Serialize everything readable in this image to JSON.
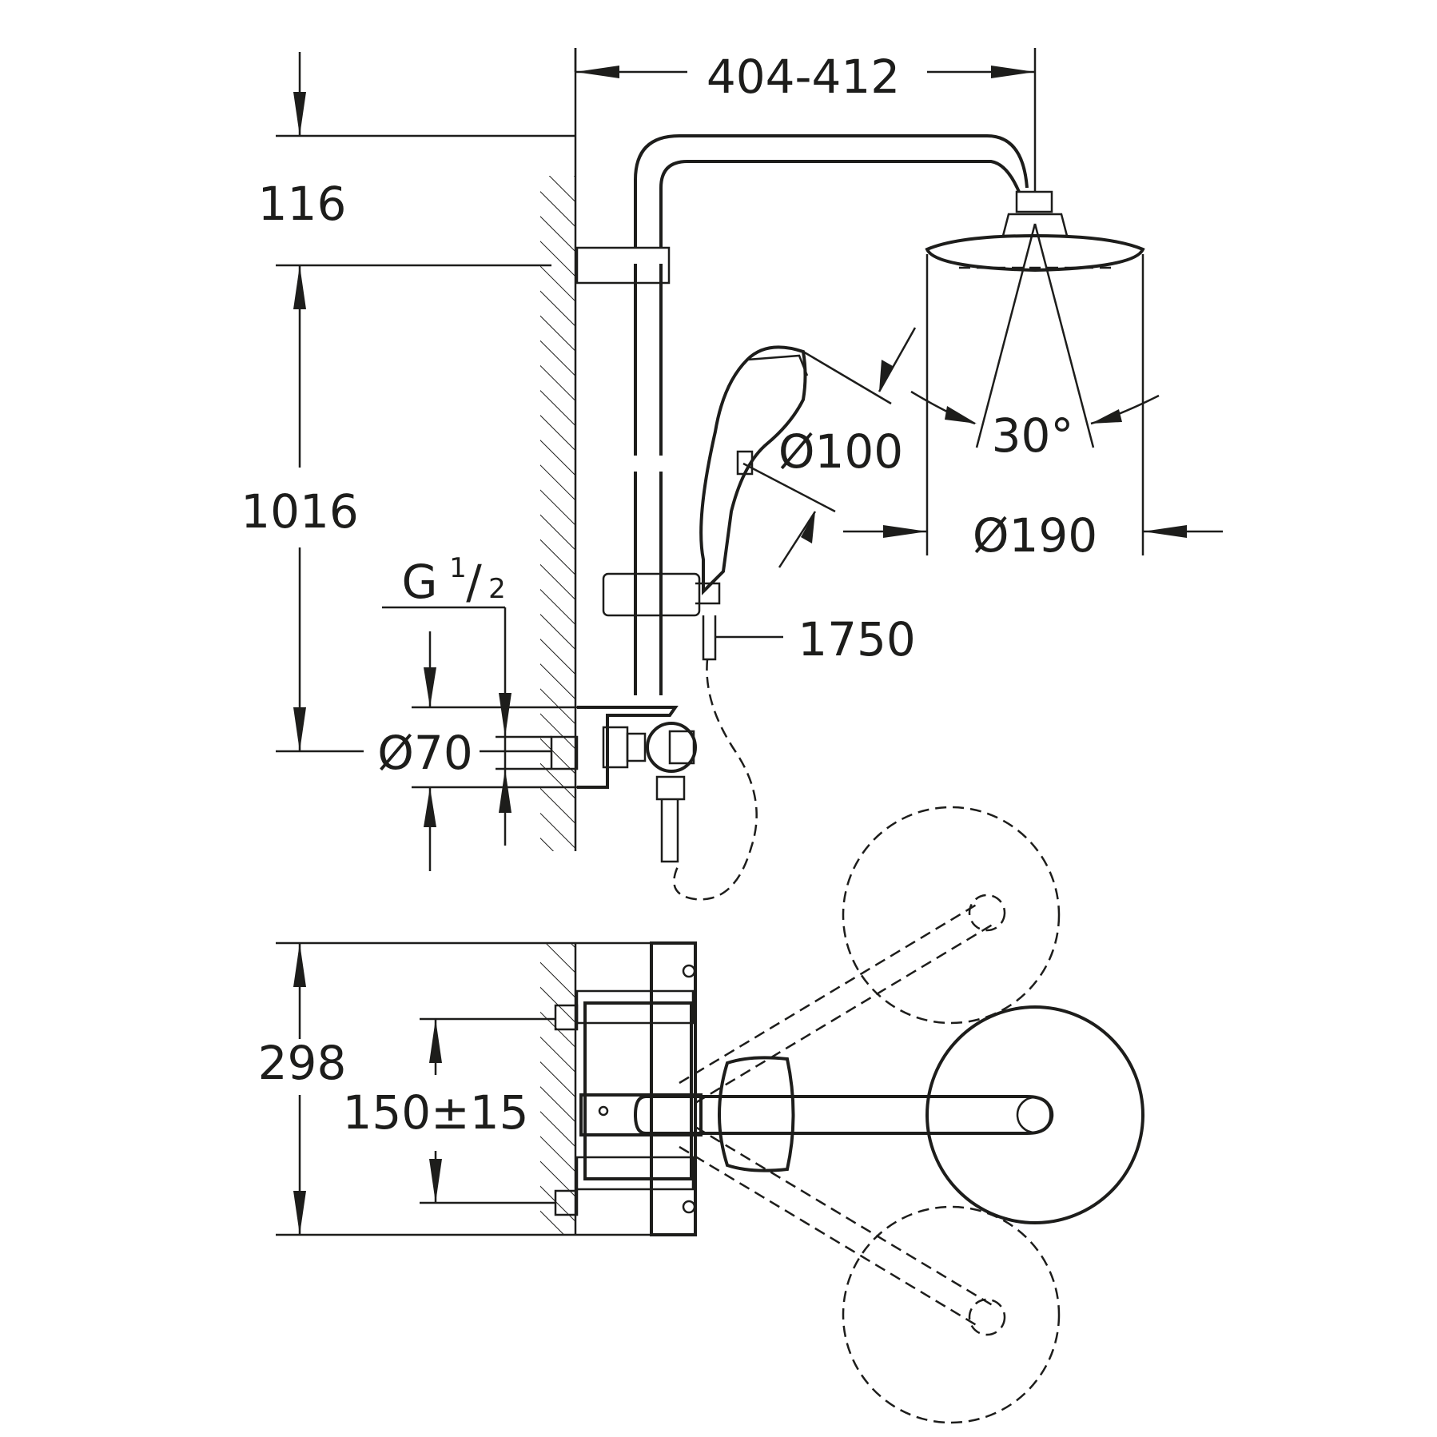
{
  "drawing": {
    "title": "",
    "stroke_color": "#1d1d1b",
    "background": "#ffffff"
  },
  "dimensions": {
    "arm_projection": "404-412",
    "top_offset": "116",
    "column_height": "1016",
    "inlet_thread_main": "G",
    "inlet_thread_num": "1",
    "inlet_thread_den": "2",
    "mixer_diameter": "Ø70",
    "hand_shower_diameter": "Ø100",
    "spray_angle": "30°",
    "head_shower_diameter": "Ø190",
    "hose_length": "1750",
    "plan_depth": "298",
    "inlet_spacing": "150±15"
  }
}
